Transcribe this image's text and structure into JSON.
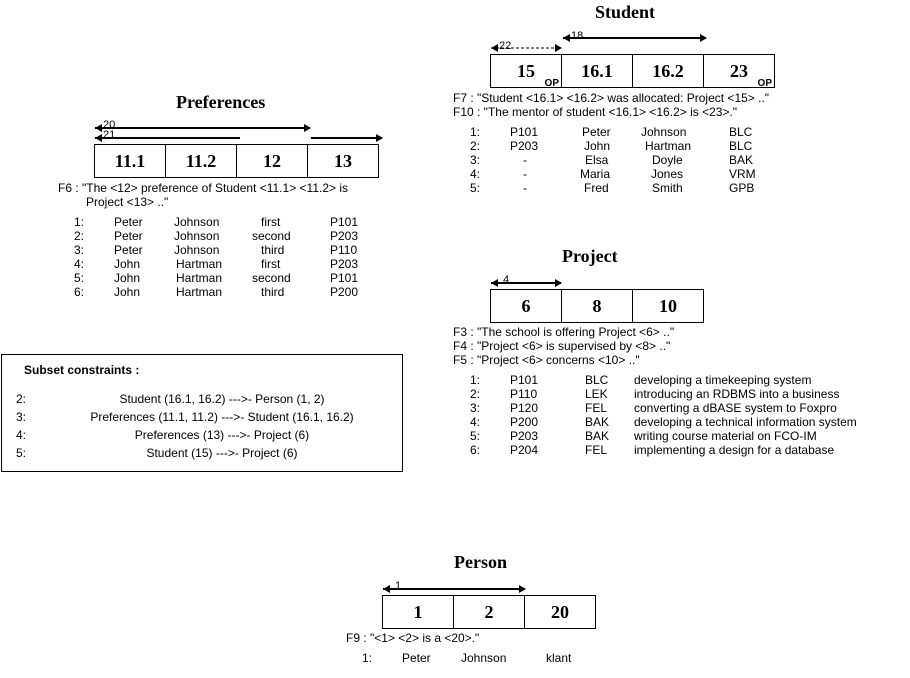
{
  "preferences": {
    "title": "Preferences",
    "roles": [
      "11.1",
      "11.2",
      "12",
      "13"
    ],
    "uniqueness_labels": [
      "20",
      "21"
    ],
    "fact": "F6 : \"The <12> preference of Student <11.1> <11.2> is",
    "fact_cont": "Project <13> ..\"",
    "rows": [
      [
        "1:",
        "Peter",
        "Johnson",
        "first",
        "P101"
      ],
      [
        "2:",
        "Peter",
        "Johnson",
        "second",
        "P203"
      ],
      [
        "3:",
        "Peter",
        "Johnson",
        "third",
        "P110"
      ],
      [
        "4:",
        "John",
        "Hartman",
        "first",
        "P203"
      ],
      [
        "5:",
        "John",
        "Hartman",
        "second",
        "P101"
      ],
      [
        "6:",
        "John",
        "Hartman",
        "third",
        "P200"
      ]
    ]
  },
  "student": {
    "title": "Student",
    "roles": [
      "15",
      "16.1",
      "16.2",
      "23"
    ],
    "op_marker": "OP",
    "uniqueness_labels": [
      "22",
      "18"
    ],
    "facts": [
      "F7   : \"Student <16.1> <16.2> was allocated: Project <15> ..\"",
      "F10 : \"The mentor of student <16.1> <16.2> is <23>.\""
    ],
    "rows": [
      [
        "1:",
        "P101",
        "Peter",
        "Johnson",
        "BLC"
      ],
      [
        "2:",
        "P203",
        "John",
        "Hartman",
        "BLC"
      ],
      [
        "3:",
        "-",
        "Elsa",
        "Doyle",
        "BAK"
      ],
      [
        "4:",
        "-",
        "Maria",
        "Jones",
        "VRM"
      ],
      [
        "5:",
        "-",
        "Fred",
        "Smith",
        "GPB"
      ]
    ]
  },
  "project": {
    "title": "Project",
    "roles": [
      "6",
      "8",
      "10"
    ],
    "uniqueness_labels": [
      "4"
    ],
    "facts": [
      "F3 : \"The school is offering Project <6> ..\"",
      "F4 : \"Project <6> is supervised by <8> ..\"",
      "F5 : \"Project <6> concerns <10> ..\""
    ],
    "rows": [
      [
        "1:",
        "P101",
        "BLC",
        "developing a timekeeping system"
      ],
      [
        "2:",
        "P110",
        "LEK",
        "introducing an RDBMS into a business"
      ],
      [
        "3:",
        "P120",
        "FEL",
        "converting a dBASE system to Foxpro"
      ],
      [
        "4:",
        "P200",
        "BAK",
        "developing a technical information system"
      ],
      [
        "5:",
        "P203",
        "BAK",
        "writing course material on FCO-IM"
      ],
      [
        "6:",
        "P204",
        "FEL",
        "implementing a design for a database"
      ]
    ]
  },
  "person": {
    "title": "Person",
    "roles": [
      "1",
      "2",
      "20"
    ],
    "uniqueness_labels": [
      "1"
    ],
    "fact": "F9 : \"<1> <2> is a <20>.\"",
    "rows": [
      [
        "1:",
        "Peter",
        "Johnson",
        "klant"
      ]
    ]
  },
  "subset": {
    "header": "Subset constraints :",
    "rows": [
      [
        "2:",
        "Student (16.1, 16.2) --->- Person (1, 2)"
      ],
      [
        "3:",
        "Preferences (11.1, 11.2) --->- Student (16.1, 16.2)"
      ],
      [
        "4:",
        "Preferences (13) --->- Project (6)"
      ],
      [
        "5:",
        "Student (15) --->- Project (6)"
      ]
    ]
  }
}
